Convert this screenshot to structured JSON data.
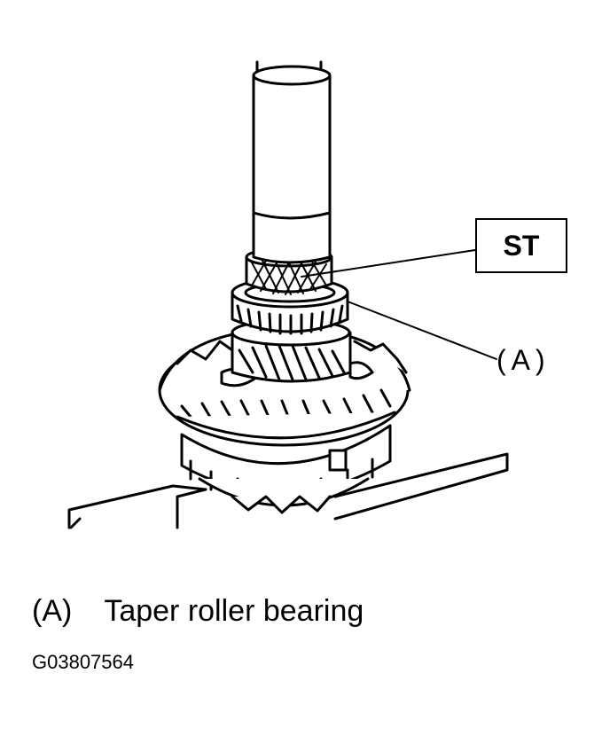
{
  "callouts": {
    "st": "ST",
    "a": "(A)"
  },
  "legend": {
    "key": "(A)",
    "description": "Taper roller bearing"
  },
  "figure_code": "G03807564"
}
